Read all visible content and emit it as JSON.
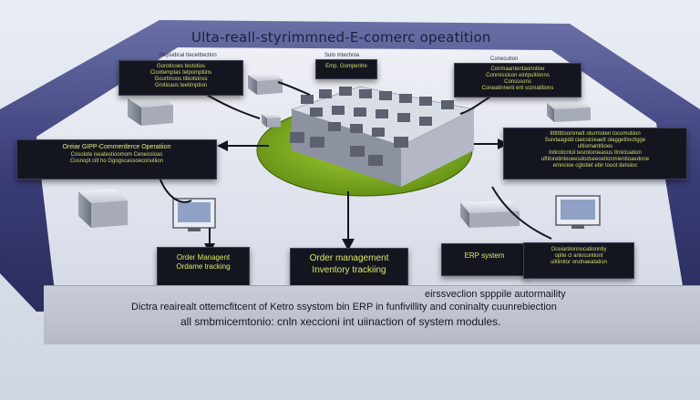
{
  "diagram": {
    "title": "Ulta-reall-styrimmned-E-comerc opeatition",
    "boxes": {
      "top_left": {
        "label_above": "Pepsidical tteceittection",
        "lines": [
          "Goroticoes testotios",
          "Ciootemptas telpomptiins",
          "Gourtmoos tibiotionss",
          "Grotioaos teetimption"
        ]
      },
      "top_center": {
        "label_above": "Sulo mtechnia",
        "lines": [
          "Emp. Gomperitre"
        ]
      },
      "top_right": {
        "label_above": "Conecution",
        "lines": [
          "Conmaantentaonntioe",
          "Conmissicon eintpuitionns",
          "Consssons",
          "Coneatinnent ent scimatitions"
        ]
      },
      "left_main": {
        "heading": "Oreiar GIPP-Commerderce Operatiion",
        "lines": [
          "Cosolote iseatestioomom Ceneosioas",
          "Cosnopt cilt ho Ggogscassoeconutiion"
        ]
      },
      "right_main": {
        "lines": [
          "Ittttttttoommett oturmoten tocomutiion",
          "Suivtaagidd ciaicsicieaett olaggetiioctigge",
          "ultiomantitioes",
          "Intiroticntol tesmtoroeasus tlmicluation",
          "uftitoretinteoeesdodseeoetionmientioaedone",
          "emnoioe cgtotiet ebir touot detsiioc"
        ]
      },
      "bottom_left": {
        "lines": [
          "Order Managent",
          "Ordame tracking"
        ]
      },
      "bottom_center": {
        "lines": [
          "Order management",
          "Inventory trackiing"
        ]
      },
      "bottom_erp": {
        "lines": [
          "ERP system"
        ]
      },
      "bottom_right": {
        "lines": [
          "Oceiantionnocationntiy",
          "oplte cl anlocontiont",
          "uiltiinitor orutnaeatation"
        ]
      }
    },
    "footer": {
      "line1": "eirssveclion spppile autormaility",
      "line2": "Dictra reairealt ottemcfitcent of Ketro ssystom bin ERP in funfivillity and coninalty cuunrebiection",
      "line3": "all smbmicemtonio: cnln xeccioni int uiinaction of  system modules."
    }
  }
}
